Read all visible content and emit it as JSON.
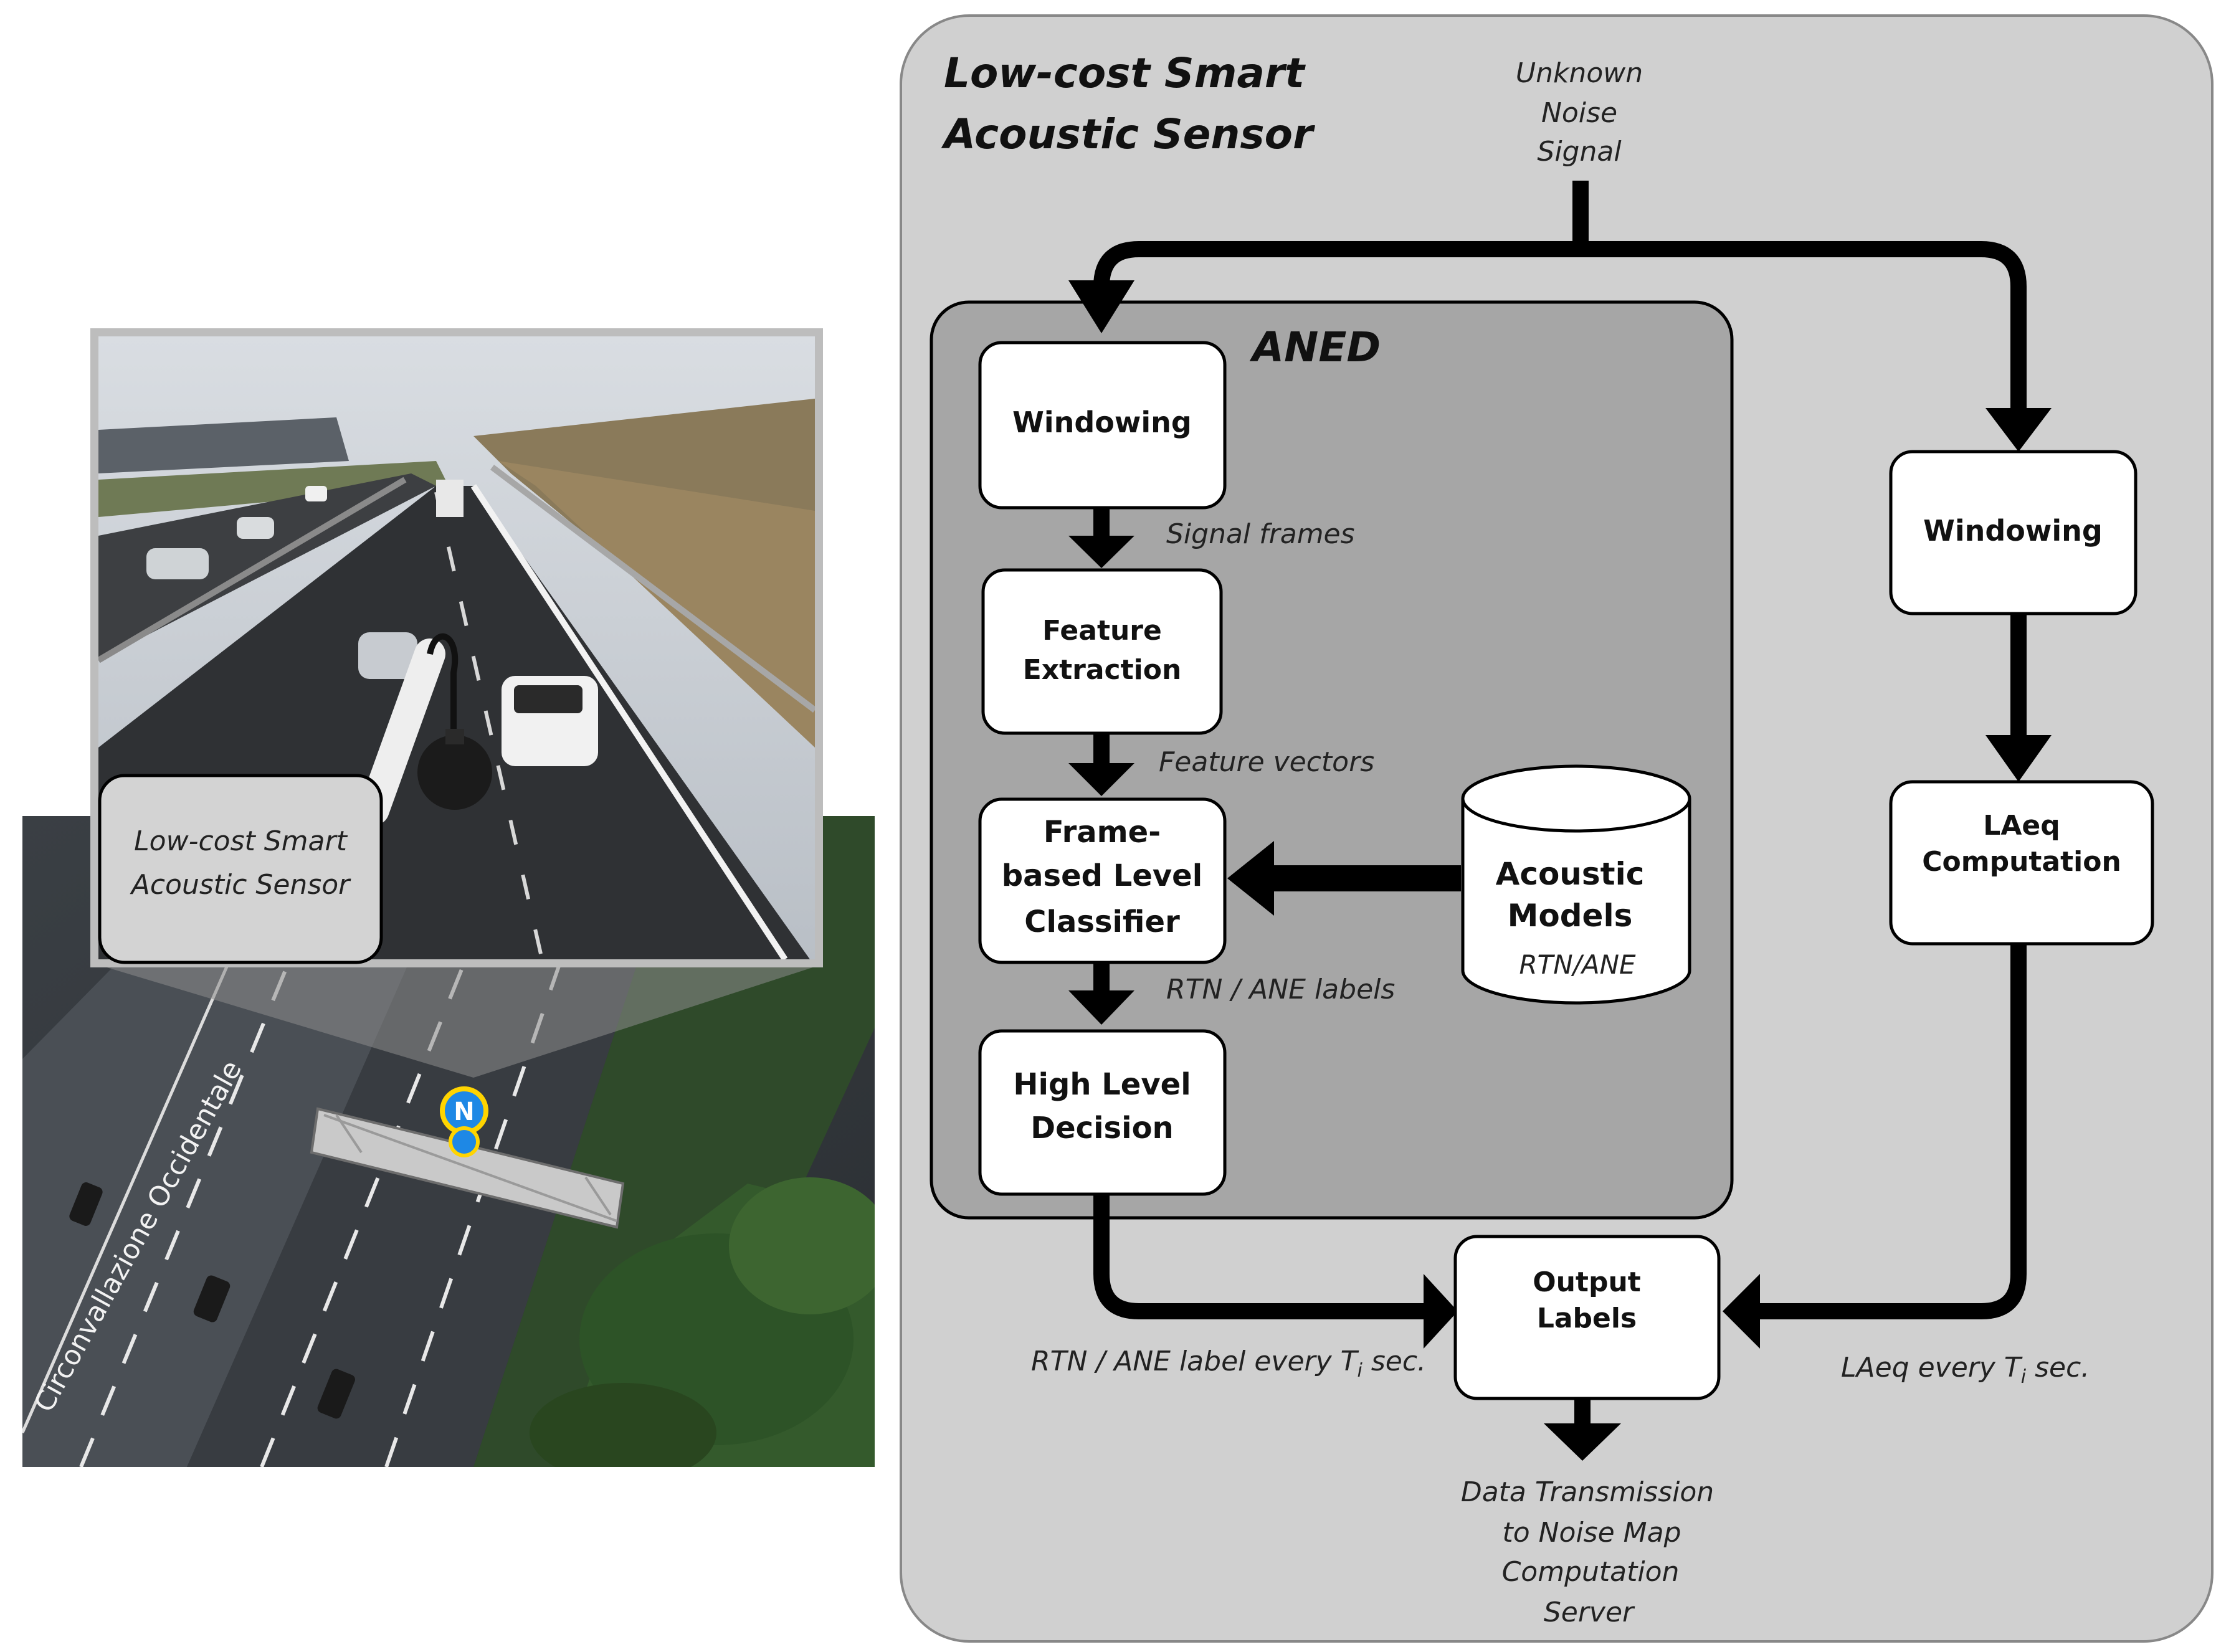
{
  "left_photo": {
    "sensor_callout": [
      "Low-cost Smart",
      "Acoustic Sensor"
    ],
    "road_name": "Circonvallazione Occidentale",
    "marker_letter": "N"
  },
  "diagram": {
    "outer_title": [
      "Low-cost Smart",
      "Acoustic Sensor"
    ],
    "input_label": [
      "Unknown",
      "Noise",
      "Signal"
    ],
    "aned_title": "ANED",
    "boxes": {
      "windowing_left": [
        "Windowing"
      ],
      "feature_extraction": [
        "Feature",
        "Extraction"
      ],
      "frame_classifier": [
        "Frame-",
        "based Level",
        "Classifier"
      ],
      "high_level": [
        "High Level",
        "Decision"
      ],
      "acoustic_models": [
        "Acoustic",
        "Models"
      ],
      "acoustic_models_sub": "RTN/ANE",
      "windowing_right": [
        "Windowing"
      ],
      "laeq": [
        "LAeq",
        "Computation"
      ],
      "output": [
        "Output",
        "Labels"
      ]
    },
    "edge_labels": {
      "signal_frames": "Signal  frames",
      "feature_vectors": "Feature  vectors",
      "rtn_ane_labels": "RTN / ANE labels",
      "rtn_ane_every": "RTN / ANE label  every T",
      "laeq_every": "LAeq every T",
      "ti_subscript": "i",
      "sec": " sec."
    },
    "output_label": [
      "Data Transmission",
      "to Noise Map",
      "Computation",
      "Server"
    ]
  }
}
